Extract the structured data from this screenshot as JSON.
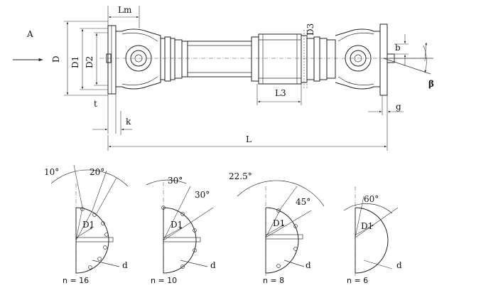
{
  "main_view": {
    "view_arrow": "A",
    "dimensions": {
      "D": "D",
      "D1": "D1",
      "D2": "D2",
      "D3": "D3",
      "Lm": "Lm",
      "L3": "L3",
      "L": "L",
      "t": "t",
      "k": "k",
      "b": "b",
      "g": "g",
      "beta": "β"
    }
  },
  "flange_patterns": [
    {
      "count_label": "n = 16",
      "diameter_label": "D1",
      "d_label": "d",
      "angles": [
        "10°",
        "20°"
      ]
    },
    {
      "count_label": "n = 10",
      "diameter_label": "D1",
      "d_label": "d",
      "angles": [
        "30°",
        "30°"
      ]
    },
    {
      "count_label": "n = 8",
      "diameter_label": "D1",
      "d_label": "d",
      "angles": [
        "22.5°",
        "45°"
      ]
    },
    {
      "count_label": "n = 6",
      "diameter_label": "D1",
      "d_label": "d",
      "angles": [
        "60°"
      ]
    }
  ]
}
